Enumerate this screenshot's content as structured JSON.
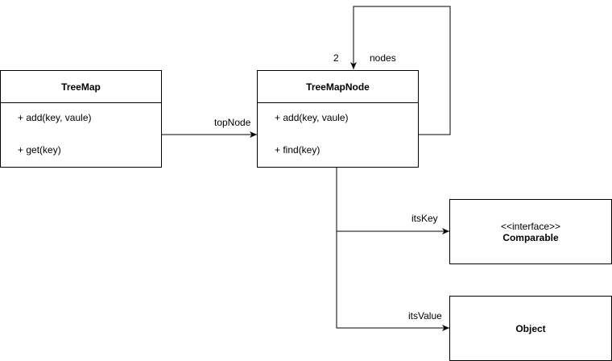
{
  "treemap": {
    "name": "TreeMap",
    "methods": [
      "+ add(key, vaule)",
      "+ get(key)"
    ]
  },
  "treemapnode": {
    "name": "TreeMapNode",
    "methods": [
      "+ add(key, vaule)",
      "+ find(key)"
    ]
  },
  "comparable": {
    "stereotype": "<<interface>>",
    "name": "Comparable"
  },
  "object": {
    "name": "Object"
  },
  "edges": {
    "top_node_label": "topNode",
    "nodes_label": "nodes",
    "nodes_multiplicity": "2",
    "its_key_label": "itsKey",
    "its_value_label": "itsValue"
  }
}
